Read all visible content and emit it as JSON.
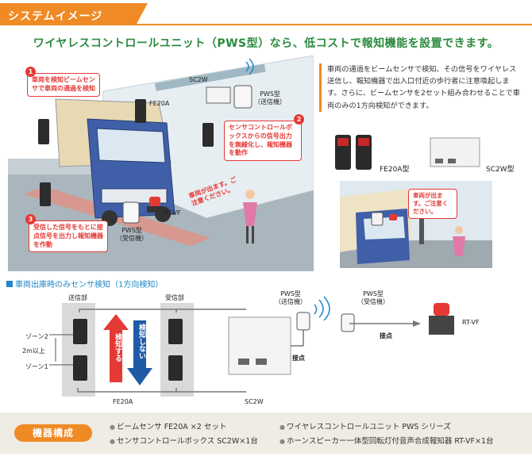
{
  "header": {
    "title": "システムイメージ"
  },
  "headline": "ワイヤレスコントロールユニット（PWS型）なら、低コストで報知機能を設置できます。",
  "scene": {
    "callout1": {
      "num": "1",
      "text": "車両を検知ビームセンサで車両の通過を検知"
    },
    "callout2": {
      "num": "2",
      "text": "センサコントロールボックスからの信号出力を無線化し、報知機器を動作"
    },
    "callout3": {
      "num": "3",
      "text": "受信した信号をもとに接点信号を出力し報知機器を作動"
    },
    "labels": {
      "sc2w": "SC2W",
      "fe20a": "FE20A",
      "pws_tx": "PWS型",
      "pws_tx_sub": "（送信機）",
      "pws_rx": "PWS型",
      "pws_rx_sub": "（受信機）",
      "rtvf": "RT-VF"
    },
    "warning": "車両が出ます。ご注意ください。"
  },
  "description": "車両の通過をビームセンサで検知、その信号をワイヤレス送信し、報知機器で出入口付近の歩行者に注意喚起します。さらに、ビームセンサを2セット組み合わせることで車両のみの1方向検知ができます。",
  "products": {
    "fe20a": "FE20A型",
    "sc2w": "SC2W型"
  },
  "photo": {
    "warning": "車両が出ます。ご注意ください。"
  },
  "diagram": {
    "title": "車両出庫時のみセンサ検知（1方向検知）",
    "transmitter_side": "送信部",
    "receiver_side": "受信部",
    "zone2": "ゾーン2",
    "distance": "2m以上",
    "zone1": "ゾーン1",
    "detect": "検知する",
    "no_detect": "検知しない",
    "fe20a": "FE20A",
    "sc2w": "SC2W",
    "pws_tx": "PWS型",
    "pws_tx_sub": "（送信機）",
    "pws_rx": "PWS型",
    "pws_rx_sub": "（受信機）",
    "contact1": "接点",
    "contact2": "接点",
    "rtvf": "RT-VF"
  },
  "footer": {
    "label": "機器構成",
    "items": [
      "ビームセンサ FE20A ×2 セット",
      "センサコントロールボックス SC2W×1台",
      "ワイヤレスコントロールユニット PWS シリーズ",
      "ホーンスピーカー一体型回転灯付音声合成報知器 RT-VF×1台"
    ]
  },
  "colors": {
    "accent": "#f08a24",
    "headline": "#2b8a3e",
    "alert": "#e53935",
    "link_blue": "#1e88c8"
  }
}
